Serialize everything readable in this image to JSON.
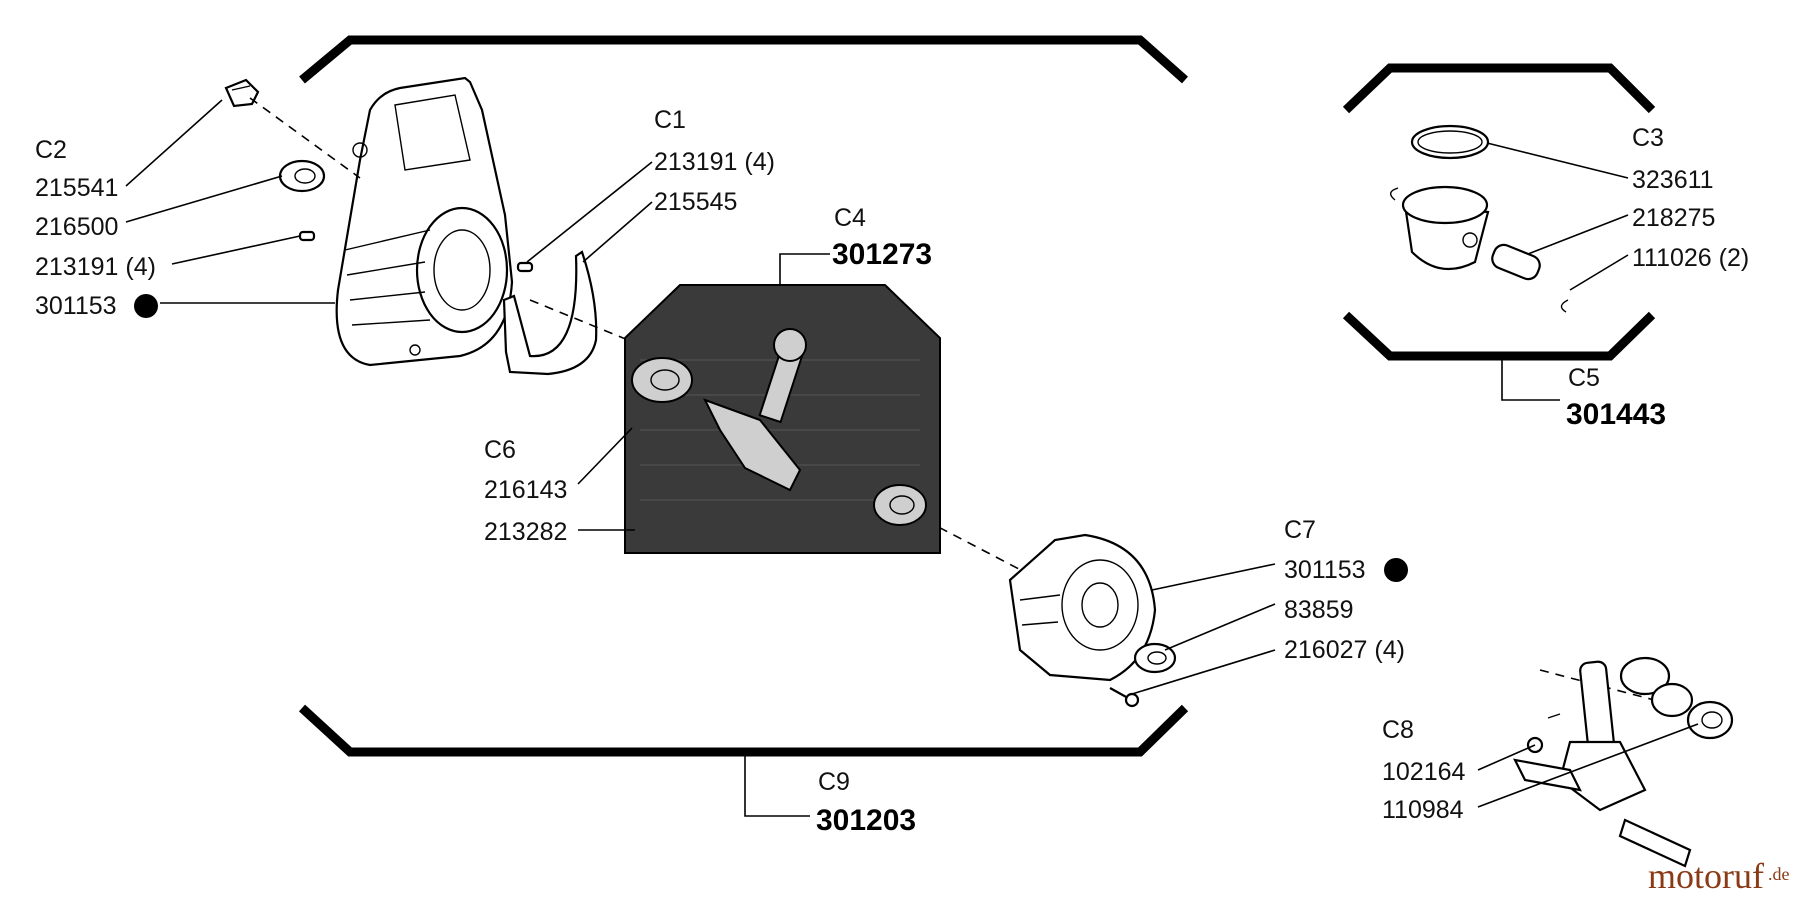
{
  "callouts": [
    {
      "id": "c2",
      "code": "C2",
      "parts": [
        "215541",
        "216500",
        "213191 (4)",
        "301153"
      ]
    },
    {
      "id": "c1",
      "code": "C1",
      "parts": [
        "213191 (4)",
        "215545"
      ]
    },
    {
      "id": "c4",
      "code": "C4",
      "kit": "301273"
    },
    {
      "id": "c3",
      "code": "C3",
      "parts": [
        "323611",
        "218275",
        "111026 (2)"
      ]
    },
    {
      "id": "c5",
      "code": "C5",
      "kit": "301443"
    },
    {
      "id": "c6",
      "code": "C6",
      "parts": [
        "216143",
        "213282"
      ]
    },
    {
      "id": "c7",
      "code": "C7",
      "parts": [
        "301153",
        "83859",
        "216027 (4)"
      ]
    },
    {
      "id": "c8",
      "code": "C8",
      "parts": [
        "102164",
        "110984"
      ]
    },
    {
      "id": "c9",
      "code": "C9",
      "kit": "301203"
    }
  ],
  "watermark": {
    "brand": "motoruf",
    "suffix": ".de"
  },
  "colors": {
    "ink": "#000000",
    "watermark": "#8a3a16",
    "background": "#ffffff"
  },
  "icons": {
    "marker": "filled-circle-icon"
  }
}
